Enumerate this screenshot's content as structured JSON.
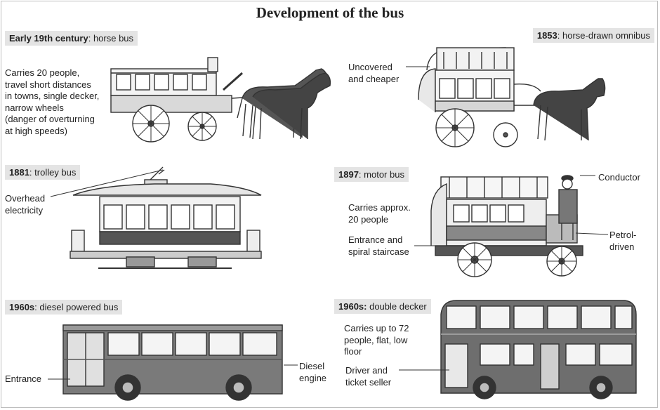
{
  "title": "Development of the bus",
  "sections": [
    {
      "period": "Early 19th century",
      "name": ": horse bus",
      "notes": [
        "Carries 20 people,",
        "travel short distances",
        "in towns, single decker,",
        "narrow wheels",
        "(danger of overturning",
        "at high speeds)"
      ]
    },
    {
      "period": "1853",
      "name": ": horse-drawn omnibus",
      "notes": [
        "Uncovered",
        "and cheaper"
      ]
    },
    {
      "period": "1881",
      "name": ": trolley bus",
      "notes": [
        "Overhead",
        "electricity"
      ]
    },
    {
      "period": "1897",
      "name": ": motor bus",
      "notes": [
        "Carries approx.",
        "20 people"
      ],
      "notes2": [
        "Entrance and",
        "spiral staircase"
      ],
      "conductor": "Conductor",
      "petrol": [
        "Petrol-",
        "driven"
      ]
    },
    {
      "period": "1960s",
      "name": ": diesel powered bus",
      "entrance": "Entrance",
      "engine": [
        "Diesel",
        "engine"
      ]
    },
    {
      "period": "1960s:",
      "name": " double decker",
      "notes": [
        "Carries up to 72",
        "people, flat, low",
        "floor"
      ],
      "driver": [
        "Driver and",
        "ticket seller"
      ]
    }
  ]
}
